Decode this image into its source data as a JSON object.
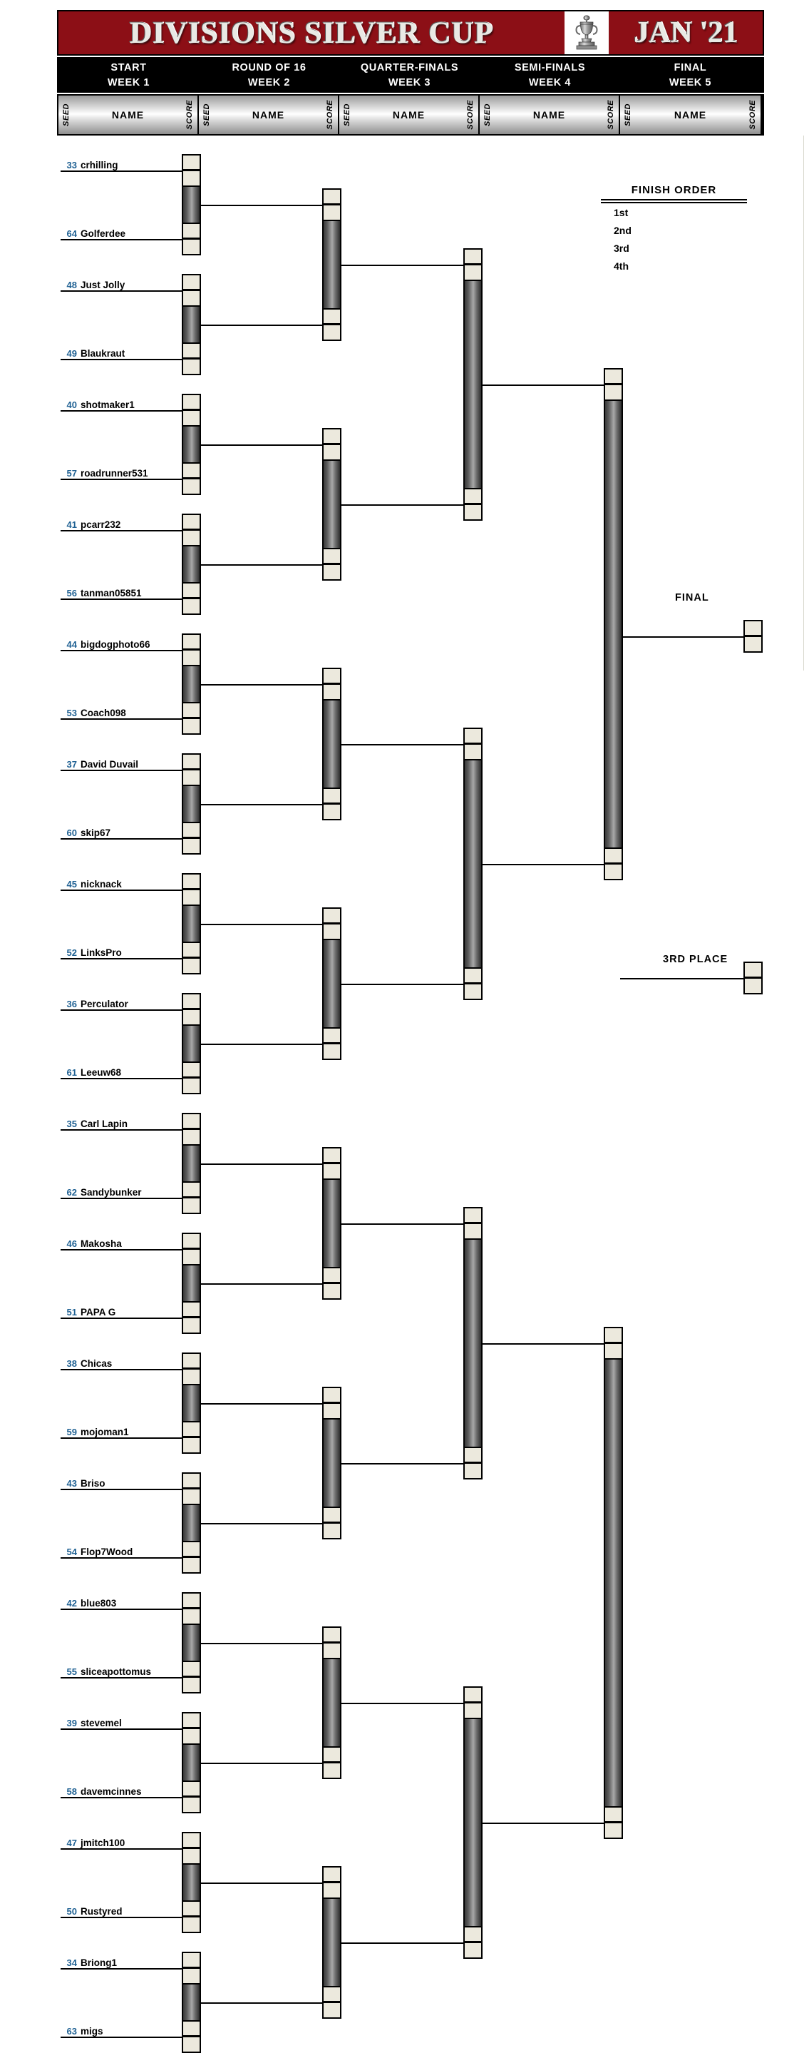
{
  "banner": {
    "title": "DIVISIONS SILVER CUP",
    "date": "JAN '21",
    "trophy_icon": "trophy-icon"
  },
  "rounds": [
    {
      "name": "START",
      "week": "WEEK 1",
      "col_seed": "SEED",
      "col_name": "NAME",
      "col_score": "SCORE"
    },
    {
      "name": "ROUND OF 16",
      "week": "WEEK 2",
      "col_seed": "SEED",
      "col_name": "NAME",
      "col_score": "SCORE"
    },
    {
      "name": "QUARTER-FINALS",
      "week": "WEEK 3",
      "col_seed": "SEED",
      "col_name": "NAME",
      "col_score": "SCORE"
    },
    {
      "name": "SEMI-FINALS",
      "week": "WEEK 4",
      "col_seed": "SEED",
      "col_name": "NAME",
      "col_score": "SCORE"
    },
    {
      "name": "FINAL",
      "week": "WEEK 5",
      "col_seed": "SEED",
      "col_name": "NAME",
      "col_score": "SCORE"
    }
  ],
  "players": [
    {
      "seed": "33",
      "name": "crhilling"
    },
    {
      "seed": "64",
      "name": "Golferdee"
    },
    {
      "seed": "48",
      "name": "Just Jolly"
    },
    {
      "seed": "49",
      "name": "Blaukraut"
    },
    {
      "seed": "40",
      "name": "shotmaker1"
    },
    {
      "seed": "57",
      "name": "roadrunner531"
    },
    {
      "seed": "41",
      "name": "pcarr232"
    },
    {
      "seed": "56",
      "name": "tanman05851"
    },
    {
      "seed": "44",
      "name": "bigdogphoto66"
    },
    {
      "seed": "53",
      "name": "Coach098"
    },
    {
      "seed": "37",
      "name": "David Duvail"
    },
    {
      "seed": "60",
      "name": "skip67"
    },
    {
      "seed": "45",
      "name": "nicknack"
    },
    {
      "seed": "52",
      "name": "LinksPro"
    },
    {
      "seed": "36",
      "name": "Perculator"
    },
    {
      "seed": "61",
      "name": "Leeuw68"
    },
    {
      "seed": "35",
      "name": "Carl Lapin"
    },
    {
      "seed": "62",
      "name": "Sandybunker"
    },
    {
      "seed": "46",
      "name": "Makosha"
    },
    {
      "seed": "51",
      "name": "PAPA G"
    },
    {
      "seed": "38",
      "name": "Chicas"
    },
    {
      "seed": "59",
      "name": "mojoman1"
    },
    {
      "seed": "43",
      "name": "Briso"
    },
    {
      "seed": "54",
      "name": "Flop7Wood"
    },
    {
      "seed": "42",
      "name": "blue803"
    },
    {
      "seed": "55",
      "name": "sliceapottomus"
    },
    {
      "seed": "39",
      "name": "stevemel"
    },
    {
      "seed": "58",
      "name": "davemcinnes"
    },
    {
      "seed": "47",
      "name": "jmitch100"
    },
    {
      "seed": "50",
      "name": "Rustyred"
    },
    {
      "seed": "34",
      "name": "Briong1"
    },
    {
      "seed": "63",
      "name": "migs"
    }
  ],
  "finish_order": {
    "title": "FINISH ORDER",
    "rows": [
      {
        "position": "1st",
        "name": ""
      },
      {
        "position": "2nd",
        "name": ""
      },
      {
        "position": "3rd",
        "name": ""
      },
      {
        "position": "4th",
        "name": ""
      }
    ]
  },
  "stage_labels": {
    "final": "FINAL",
    "third_place": "3RD PLACE"
  },
  "colors": {
    "banner_red": "#8c0f16",
    "seed_blue": "#1f6193",
    "score_box": "#ece9dd",
    "bracket_black": "#000000"
  }
}
